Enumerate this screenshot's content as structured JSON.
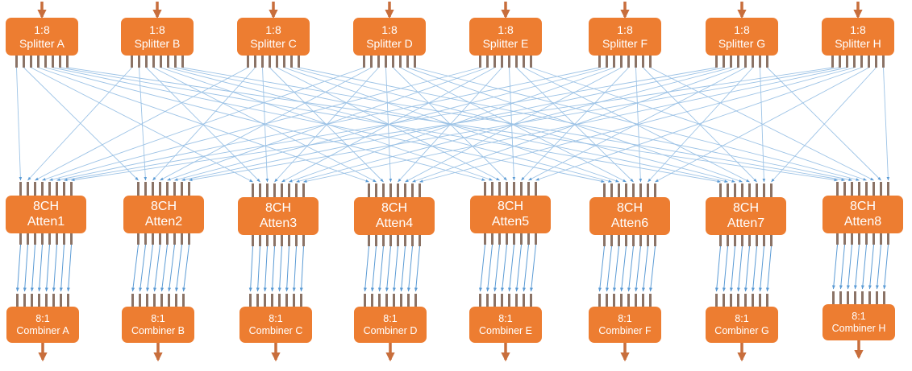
{
  "colors": {
    "box": "#ED7D31",
    "box_text": "#FFFFFF",
    "port": "#8B7366",
    "arrow_io": "#C86E3C",
    "line": "#9DC3E6",
    "line_arrow": "#5B9BD5"
  },
  "splitters": [
    {
      "ratio": "1:8",
      "name": "Splitter A"
    },
    {
      "ratio": "1:8",
      "name": "Splitter B"
    },
    {
      "ratio": "1:8",
      "name": "Splitter C"
    },
    {
      "ratio": "1:8",
      "name": "Splitter D"
    },
    {
      "ratio": "1:8",
      "name": "Splitter E"
    },
    {
      "ratio": "1:8",
      "name": "Splitter F"
    },
    {
      "ratio": "1:8",
      "name": "Splitter G"
    },
    {
      "ratio": "1:8",
      "name": "Splitter H"
    }
  ],
  "attenuators": [
    {
      "channels": "8CH",
      "name": "Atten1"
    },
    {
      "channels": "8CH",
      "name": "Atten2"
    },
    {
      "channels": "8CH",
      "name": "Atten3"
    },
    {
      "channels": "8CH",
      "name": "Atten4"
    },
    {
      "channels": "8CH",
      "name": "Atten5"
    },
    {
      "channels": "8CH",
      "name": "Atten6"
    },
    {
      "channels": "8CH",
      "name": "Atten7"
    },
    {
      "channels": "8CH",
      "name": "Atten8"
    }
  ],
  "combiners": [
    {
      "ratio": "8:1",
      "name": "Combiner A"
    },
    {
      "ratio": "8:1",
      "name": "Combiner B"
    },
    {
      "ratio": "8:1",
      "name": "Combiner C"
    },
    {
      "ratio": "8:1",
      "name": "Combiner D"
    },
    {
      "ratio": "8:1",
      "name": "Combiner E"
    },
    {
      "ratio": "8:1",
      "name": "Combiner F"
    },
    {
      "ratio": "8:1",
      "name": "Combiner G"
    },
    {
      "ratio": "8:1",
      "name": "Combiner H"
    }
  ]
}
